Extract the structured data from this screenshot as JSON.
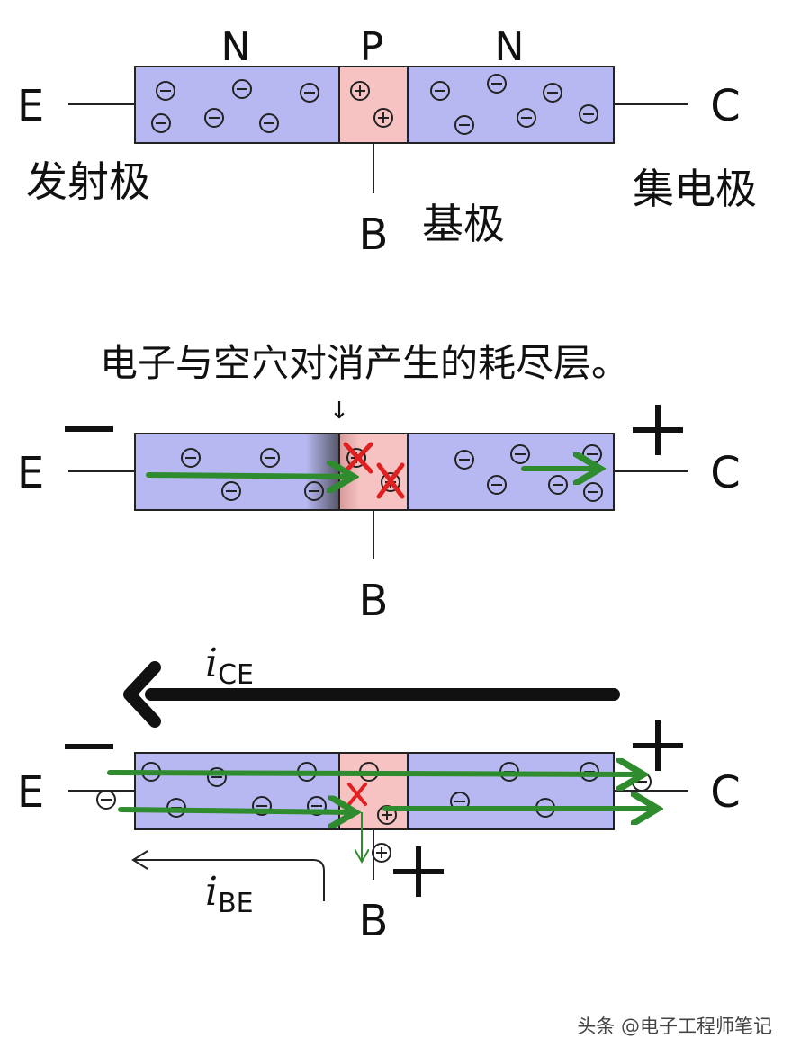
{
  "colors": {
    "n_region": "#b7b8f2",
    "p_region": "#f6c2c2",
    "arrow_green": "#2e8b2e",
    "cross_red": "#e02020",
    "outline": "#222222"
  },
  "panel1": {
    "label_n_left": "N",
    "label_p": "P",
    "label_n_right": "N",
    "label_e": "E",
    "label_c": "C",
    "label_b": "B",
    "emitter_cn": "发射极",
    "base_cn": "基极",
    "collector_cn": "集电极",
    "electron_symbol": "⊖",
    "hole_symbol": "⊕"
  },
  "panel2": {
    "caption": "电子与空穴对消产生的耗尽层。",
    "caption_arrow": "↓",
    "minus_sign": "−",
    "plus_sign": "+",
    "label_e": "E",
    "label_c": "C",
    "label_b": "B"
  },
  "panel3": {
    "current_ce_italic": "i",
    "current_ce_sub": "CE",
    "current_be_italic": "i",
    "current_be_sub": "BE",
    "minus_sign": "−",
    "plus_c": "+",
    "plus_b": "+",
    "label_e": "E",
    "label_c": "C",
    "label_b": "B"
  },
  "watermark": "头条 @电子工程师笔记",
  "icons": [
    "electron-minus-icon",
    "hole-plus-icon",
    "arrow-right-icon",
    "arrow-left-icon",
    "cross-icon"
  ]
}
